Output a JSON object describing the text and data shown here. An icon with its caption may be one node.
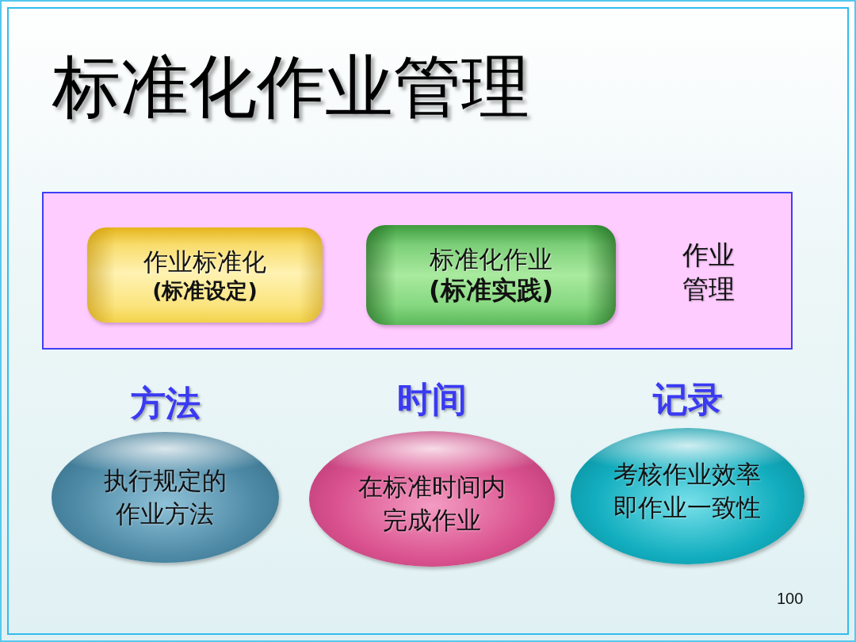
{
  "diagram": {
    "title": "标准化作业管理",
    "nodes": [
      {
        "text": [
          "作业管理"
        ]
      },
      {
        "text": [
          "作业标准化",
          "(标准设定)"
        ],
        "in": 0
      },
      {
        "text": [
          "标准化作业",
          "(标准实践)"
        ],
        "in": 0
      },
      {
        "text": [
          "方法",
          "执行规定的作业方法"
        ]
      },
      {
        "text": [
          "时间",
          "在标准时间内完成作业"
        ]
      },
      {
        "text": [
          "记录",
          "考核作业效率即作业一致性"
        ]
      }
    ],
    "labels": [
      "100"
    ]
  }
}
